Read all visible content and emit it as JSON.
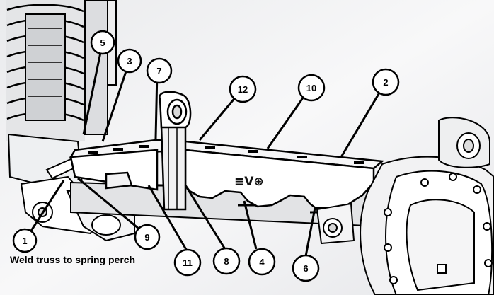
{
  "caption": "Weld truss to spring perch",
  "logo_text": "≡V⊕",
  "callouts": [
    {
      "id": "c1",
      "label": "1"
    },
    {
      "id": "c2",
      "label": "2"
    },
    {
      "id": "c3",
      "label": "3"
    },
    {
      "id": "c4",
      "label": "4"
    },
    {
      "id": "c5",
      "label": "5"
    },
    {
      "id": "c6",
      "label": "6"
    },
    {
      "id": "c7",
      "label": "7"
    },
    {
      "id": "c8",
      "label": "8"
    },
    {
      "id": "c9",
      "label": "9"
    },
    {
      "id": "c10",
      "label": "10"
    },
    {
      "id": "c11",
      "label": "11"
    },
    {
      "id": "c12",
      "label": "12"
    }
  ],
  "colors": {
    "background": "#f3f4f6",
    "line": "#000000",
    "part_fill": "#ffffff",
    "shade": "#d8dadd"
  }
}
